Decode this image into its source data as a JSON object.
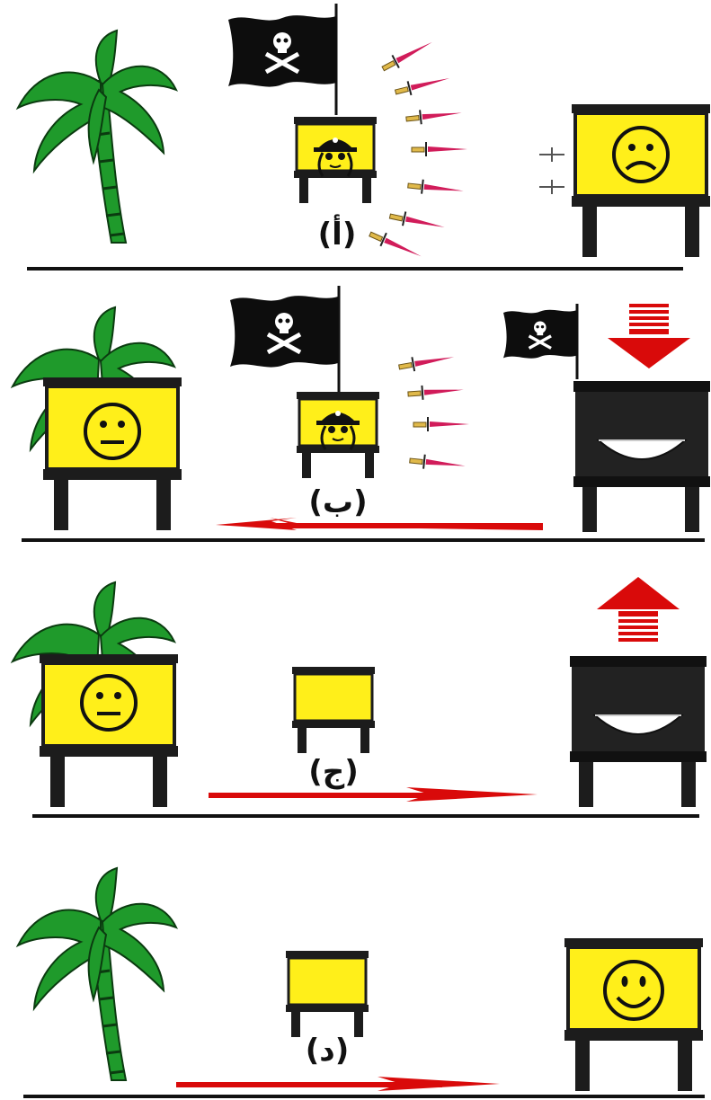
{
  "colors": {
    "palm_leaf": "#1f9a2b",
    "hive_yellow": "#ffef1a",
    "hive_frame": "#1c1c1c",
    "flag_black": "#0d0d0d",
    "skull_white": "#ffffff",
    "dagger_blade": "#d11c5a",
    "dagger_hilt": "#e0b94a",
    "movement_arrow": "#d90a0a",
    "divider": "#111111",
    "background": "#ffffff"
  },
  "panels": [
    {
      "label": "(أ)",
      "palm_tree": "bare",
      "moving_hive_face": "pirate",
      "pirate_flag": true,
      "dagger_count": 7,
      "right_hive": "sad-face",
      "right_hive_daggers": 2,
      "movement": "none"
    },
    {
      "label": "(ب)",
      "palm_tree": "hive-in-tree",
      "tree_hive_face": "neutral",
      "moving_hive_face": "pirate",
      "pirate_flag": true,
      "dagger_count": 4,
      "right_hive": "captured-dark-with-bowl",
      "right_hive_flag": true,
      "right_arrow": "down",
      "movement": "left"
    },
    {
      "label": "(ج)",
      "palm_tree": "hive-in-tree",
      "tree_hive_face": "neutral",
      "moving_hive_face": "empty",
      "right_hive": "dark-with-bowl",
      "right_arrow": "up",
      "movement": "right"
    },
    {
      "label": "(د)",
      "palm_tree": "bare",
      "moving_hive_face": "empty",
      "right_hive": "happy-face",
      "movement": "right"
    }
  ]
}
